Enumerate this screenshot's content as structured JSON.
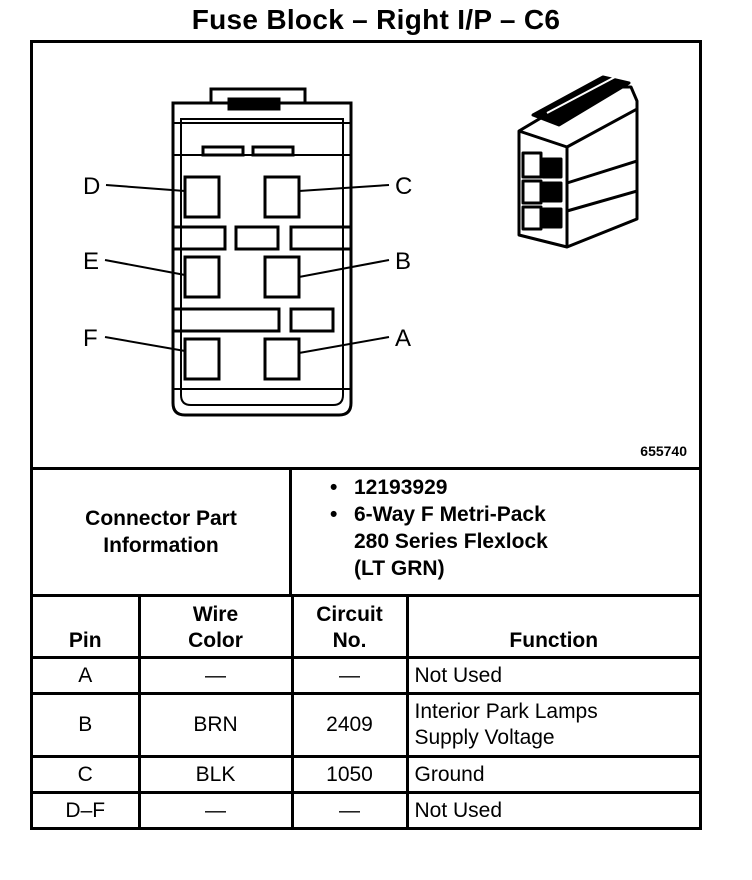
{
  "title": "Fuse Block – Right I/P – C6",
  "diagram": {
    "pin_labels": [
      "D",
      "C",
      "E",
      "B",
      "F",
      "A"
    ],
    "figure_number": "655740"
  },
  "connector_info": {
    "label_line1": "Connector Part",
    "label_line2": "Information",
    "part_number": "12193929",
    "description_line1": "6-Way F Metri-Pack",
    "description_line2": "280 Series Flexlock",
    "description_line3": "(LT GRN)"
  },
  "table": {
    "headers": {
      "pin": "Pin",
      "wire_color_1": "Wire",
      "wire_color_2": "Color",
      "circuit_1": "Circuit",
      "circuit_2": "No.",
      "function": "Function"
    },
    "rows": [
      {
        "pin": "A",
        "wire": "—",
        "circuit": "—",
        "function_1": "Not Used",
        "function_2": ""
      },
      {
        "pin": "B",
        "wire": "BRN",
        "circuit": "2409",
        "function_1": "Interior Park Lamps",
        "function_2": "Supply Voltage"
      },
      {
        "pin": "C",
        "wire": "BLK",
        "circuit": "1050",
        "function_1": "Ground",
        "function_2": ""
      },
      {
        "pin": "D–F",
        "wire": "—",
        "circuit": "—",
        "function_1": "Not Used",
        "function_2": ""
      }
    ]
  }
}
